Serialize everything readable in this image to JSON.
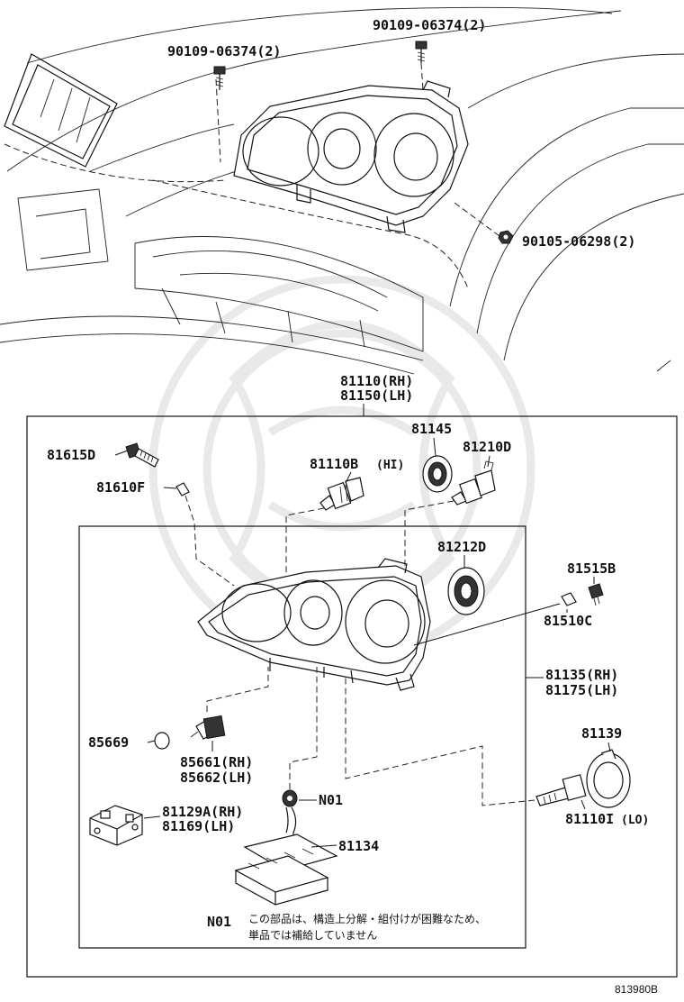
{
  "diagram": {
    "id": "813980B",
    "assembly": {
      "rh": "81110(RH)",
      "lh": "81150(LH)"
    },
    "parts": {
      "bolt_left": "90109-06374(2)",
      "bolt_right": "90109-06374(2)",
      "nut_right": "90105-06298(2)",
      "p81615d": "81615D",
      "p81610f": "81610F",
      "p81110b": "81110B",
      "p81110b_suffix": "(HI)",
      "p81145": "81145",
      "p81210d": "81210D",
      "p81212d": "81212D",
      "p81515b": "81515B",
      "p81510c": "81510C",
      "housing_rh": "81135(RH)",
      "housing_lh": "81175(LH)",
      "p85669": "85669",
      "socket_rh": "85661(RH)",
      "socket_lh": "85662(LH)",
      "p81139": "81139",
      "ballast_rh": "81129A(RH)",
      "ballast_lh": "81169(LH)",
      "n01": "N01",
      "p81134": "81134",
      "p81110i": "81110I",
      "p81110i_suffix": "(LO)"
    },
    "note": {
      "code": "N01",
      "line1": "この部品は、構造上分解・組付けが困難なため、",
      "line2": "単品では補給していません"
    }
  }
}
